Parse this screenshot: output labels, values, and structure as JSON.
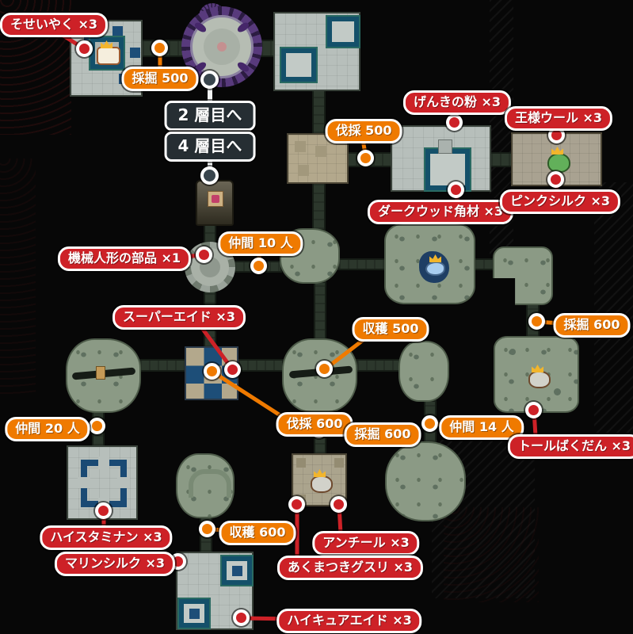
{
  "map": {
    "floor_links": {
      "floor_2": {
        "text": "2 層目へ",
        "type": "floor-link"
      },
      "floor_4": {
        "text": "4 層目へ",
        "type": "floor-link"
      }
    },
    "badges": {
      "soseiyaku": {
        "text": "そせいやく ×3",
        "type": "item"
      },
      "saikutsu_500": {
        "text": "採掘 500",
        "type": "requirement"
      },
      "bassai_500": {
        "text": "伐採 500",
        "type": "requirement"
      },
      "genki_no_kona": {
        "text": "げんきの粉 ×3",
        "type": "item"
      },
      "ousama_wool": {
        "text": "王様ウール ×3",
        "type": "item"
      },
      "darkwood_kakuzai": {
        "text": "ダークウッド角材 ×3",
        "type": "item"
      },
      "pink_silk": {
        "text": "ピンクシルク ×3",
        "type": "item"
      },
      "kikai_ningyou_buhin": {
        "text": "機械人形の部品 ×1",
        "type": "item"
      },
      "nakama_10": {
        "text": "仲間 10 人",
        "type": "requirement"
      },
      "super_aid": {
        "text": "スーパーエイド ×3",
        "type": "item"
      },
      "shuukaku_500": {
        "text": "収穫 500",
        "type": "requirement"
      },
      "saikutsu_600_east": {
        "text": "採掘 600",
        "type": "requirement"
      },
      "bassai_600": {
        "text": "伐採 600",
        "type": "requirement"
      },
      "nakama_20": {
        "text": "仲間 20 人",
        "type": "requirement"
      },
      "saikutsu_600_south": {
        "text": "採掘 600",
        "type": "requirement"
      },
      "nakama_14": {
        "text": "仲間 14 人",
        "type": "requirement"
      },
      "tall_bakudan": {
        "text": "トールばくだん ×3",
        "type": "item"
      },
      "high_staminan": {
        "text": "ハイスタミナン ×3",
        "type": "item"
      },
      "shuukaku_600": {
        "text": "収穫 600",
        "type": "requirement"
      },
      "marine_silk": {
        "text": "マリンシルク ×3",
        "type": "item"
      },
      "anchiiru": {
        "text": "アンチール ×3",
        "type": "item"
      },
      "akumatsuki_gusuri": {
        "text": "あくまつきグスリ ×3",
        "type": "item"
      },
      "high_cure_aid": {
        "text": "ハイキュアエイド ×3",
        "type": "item"
      }
    },
    "icons": {
      "room_icons": [
        "crowned-chest-icon",
        "door-switch-icon",
        "crowned-frog-icon",
        "crowned-fish-icon",
        "crowned-rock-icon"
      ],
      "structures": [
        "gear-ring-structure",
        "gear-hub-structure",
        "stair-doorway-structure"
      ]
    },
    "colors": {
      "item_badge": "#cd2127",
      "requirement_badge": "#ef7a00",
      "floor_link_badge": "#262e33",
      "room_gray": "#b7bfbb",
      "room_tan": "#b3a88c",
      "room_sage": "#8b9a85",
      "corridor": "#2c372c",
      "gear_ring_purple": "#583a7c",
      "accent_blue": "#1d4e78",
      "background": "#070707"
    }
  }
}
